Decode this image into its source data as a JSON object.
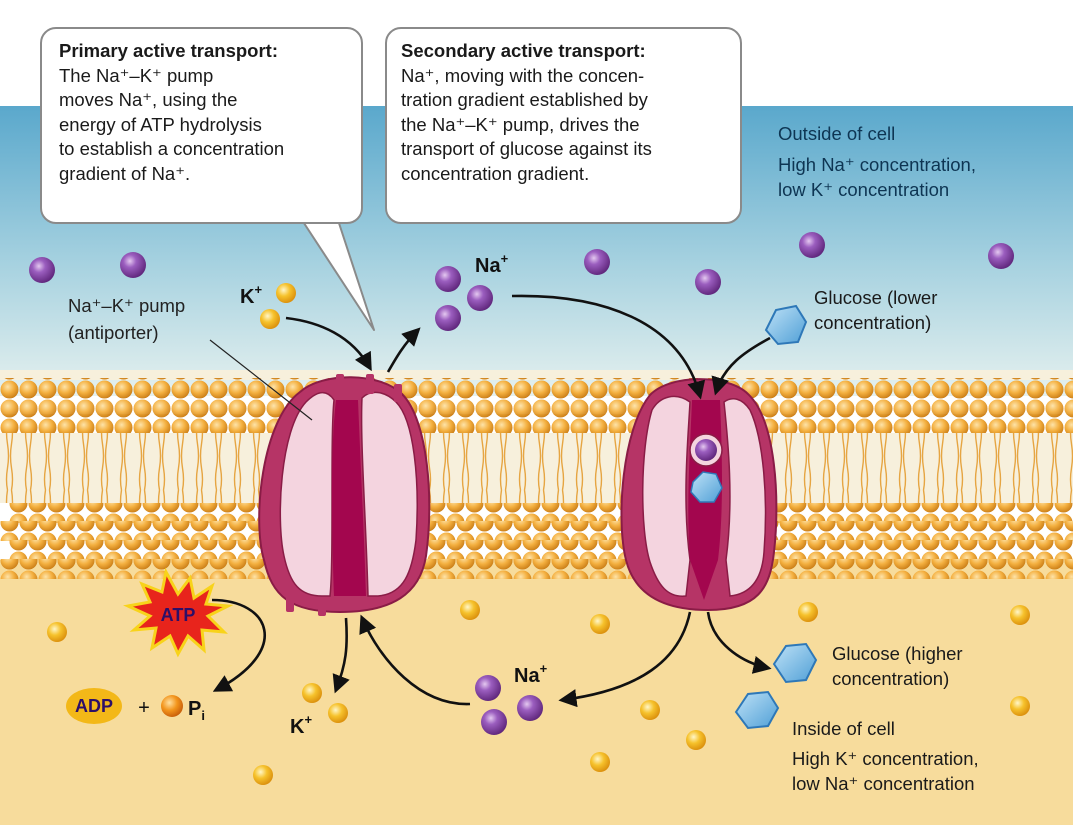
{
  "callouts": {
    "primary": {
      "title": "Primary active transport:",
      "lines": [
        "The Na⁺–K⁺ pump",
        "moves Na⁺, using the",
        "energy of ATP hydrolysis",
        "to establish a concentration",
        "gradient of Na⁺."
      ]
    },
    "secondary": {
      "title": "Secondary active transport:",
      "lines": [
        "Na⁺, moving with the concen-",
        "tration gradient established by",
        "the Na⁺–K⁺ pump, drives the",
        "transport of glucose against its",
        "concentration gradient."
      ]
    }
  },
  "labels": {
    "outside_title": "Outside of cell",
    "outside_line1": "High Na⁺ concentration,",
    "outside_line2": "low K⁺ concentration",
    "inside_title": "Inside of cell",
    "inside_line1": "High K⁺ concentration,",
    "inside_line2": "low Na⁺ concentration",
    "pump_line1": "Na⁺–K⁺ pump",
    "pump_line2": "(antiporter)",
    "k_top": "K",
    "k_bottom": "K",
    "na_top": "Na",
    "na_bottom": "Na",
    "plus_superscript": "+",
    "glucose_lower_1": "Glucose (lower",
    "glucose_lower_2": "concentration)",
    "glucose_higher_1": "Glucose (higher",
    "glucose_higher_2": "concentration)",
    "atp": "ATP",
    "adp": "ADP",
    "plus_sign": "+",
    "pi_main": "P",
    "pi_sub": "i"
  },
  "colors": {
    "outside_top": "#5aa8cc",
    "outside_bottom": "#e6f1ef",
    "inside": "#f7dc9c",
    "lipid_head": "#f2ad3c",
    "lipid_tail": "#f7f0dc",
    "protein": "#b63466",
    "protein_light": "#f4d4df",
    "protein_dark": "#a3064e",
    "sodium": "#7d3d9c",
    "potassium": "#f3b818",
    "glucose": "#6fb7e6",
    "atp_burst": "#e8241c",
    "atp_text": "#2d0f68",
    "adp_oval": "#f3b818"
  },
  "icons": {
    "sodium": "purple-sphere",
    "potassium": "yellow-sphere",
    "glucose": "blue-hexagon",
    "atp": "red-starburst",
    "phosphate": "orange-sphere"
  }
}
